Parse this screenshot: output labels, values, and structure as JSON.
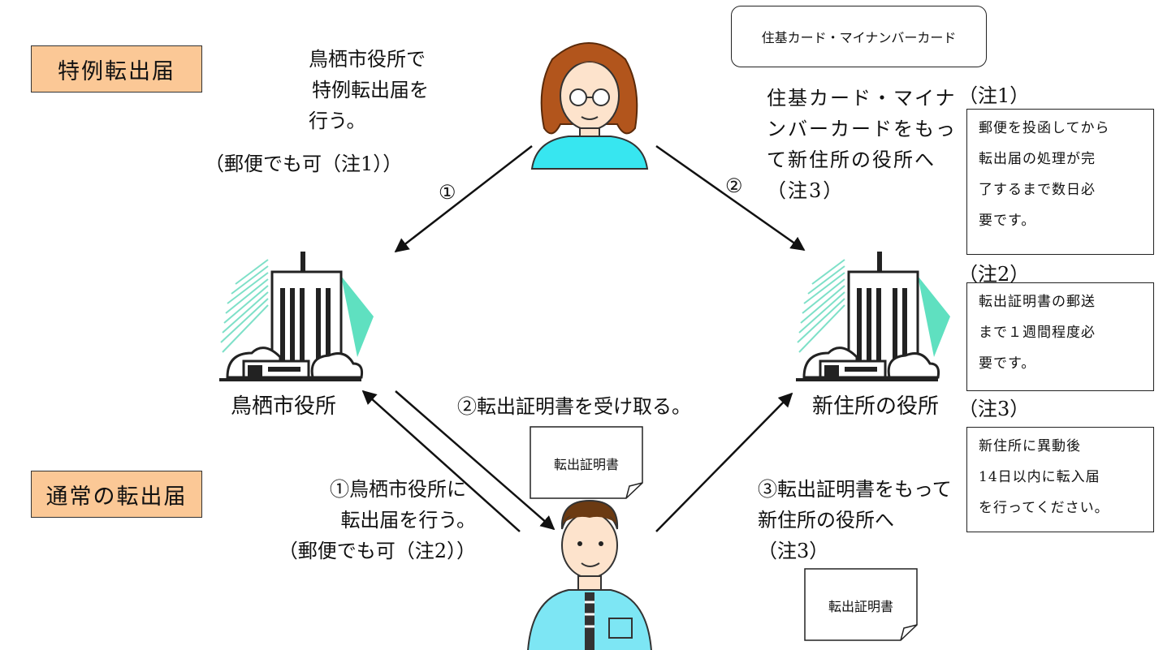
{
  "top_label": "特例転出届",
  "bottom_label": "通常の転出届",
  "card_box": "住基カード・マイナンバーカード",
  "special_text": [
    "鳥栖市役所で",
    "特例転出届を",
    "行う。",
    "（郵便でも可（注1））"
  ],
  "step1_special": "①",
  "step2_special": "②",
  "right_special_text": [
    "住基カード・マイナ",
    "ンバーカードをもっ",
    "て新住所の役所へ",
    "（注3）"
  ],
  "left_building_label": "鳥栖市役所",
  "right_building_label": "新住所の役所",
  "receive_text": "②転出証明書を受け取る。",
  "doc_label": "転出証明書",
  "normal_text": [
    "①鳥栖市役所に",
    "転出届を行う。",
    "（郵便でも可（注2））"
  ],
  "bring_text": [
    "③転出証明書をもって",
    "新住所の役所へ",
    "（注3）"
  ],
  "notes": [
    {
      "head": "（注1）",
      "lines": [
        "郵便を投函してから",
        "転出届の処理が完",
        "了するまで数日必",
        "要です。"
      ]
    },
    {
      "head": "（注2）",
      "lines": [
        "転出証明書の郵送",
        "まで１週間程度必",
        "要です。"
      ]
    },
    {
      "head": "（注3）",
      "lines": [
        "新住所に異動後",
        "14日以内に転入届",
        "を行ってください。"
      ]
    }
  ]
}
